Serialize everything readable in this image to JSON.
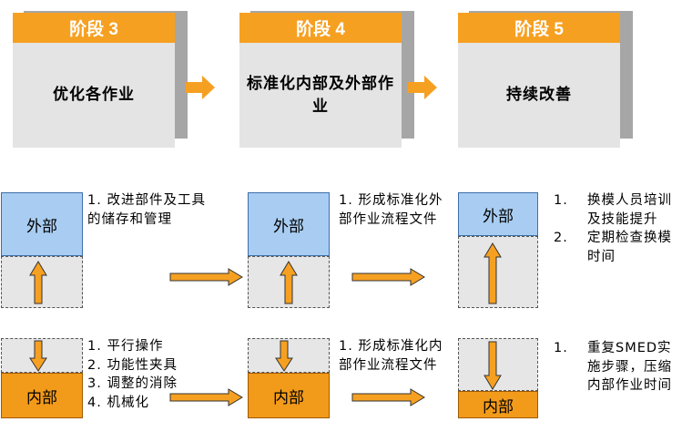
{
  "stages": [
    {
      "head": "阶段 3",
      "body": "优化各作业"
    },
    {
      "head": "阶段 4",
      "body": "标准化内部及外部作业"
    },
    {
      "head": "阶段 5",
      "body": "持续改善"
    }
  ],
  "labels": {
    "external": "外部",
    "internal": "内部"
  },
  "notes": {
    "s3_ext": [
      "1.  改进部件及工具的储存和管理"
    ],
    "s4_ext": [
      "1.  形成标准化外部作业流程文件"
    ],
    "s5_ext": [
      {
        "num": "1.",
        "text": "换模人员培训及技能提升"
      },
      {
        "num": "2.",
        "text": "定期检查换模时间"
      }
    ],
    "s3_int": [
      "1.  平行操作",
      "2.  功能性夹具",
      "3.  调整的消除",
      "4.  机械化"
    ],
    "s4_int": [
      "1.  形成标准化内部作业流程文件"
    ],
    "s5_int": [
      {
        "num": "1.",
        "text": "重复SMED实施步骤，压缩内部作业时间"
      }
    ]
  },
  "colors": {
    "orange": "#f6a022",
    "blue": "#a9cdf2",
    "gray": "#e4e4e4",
    "shadow": "#a6a6a6"
  }
}
